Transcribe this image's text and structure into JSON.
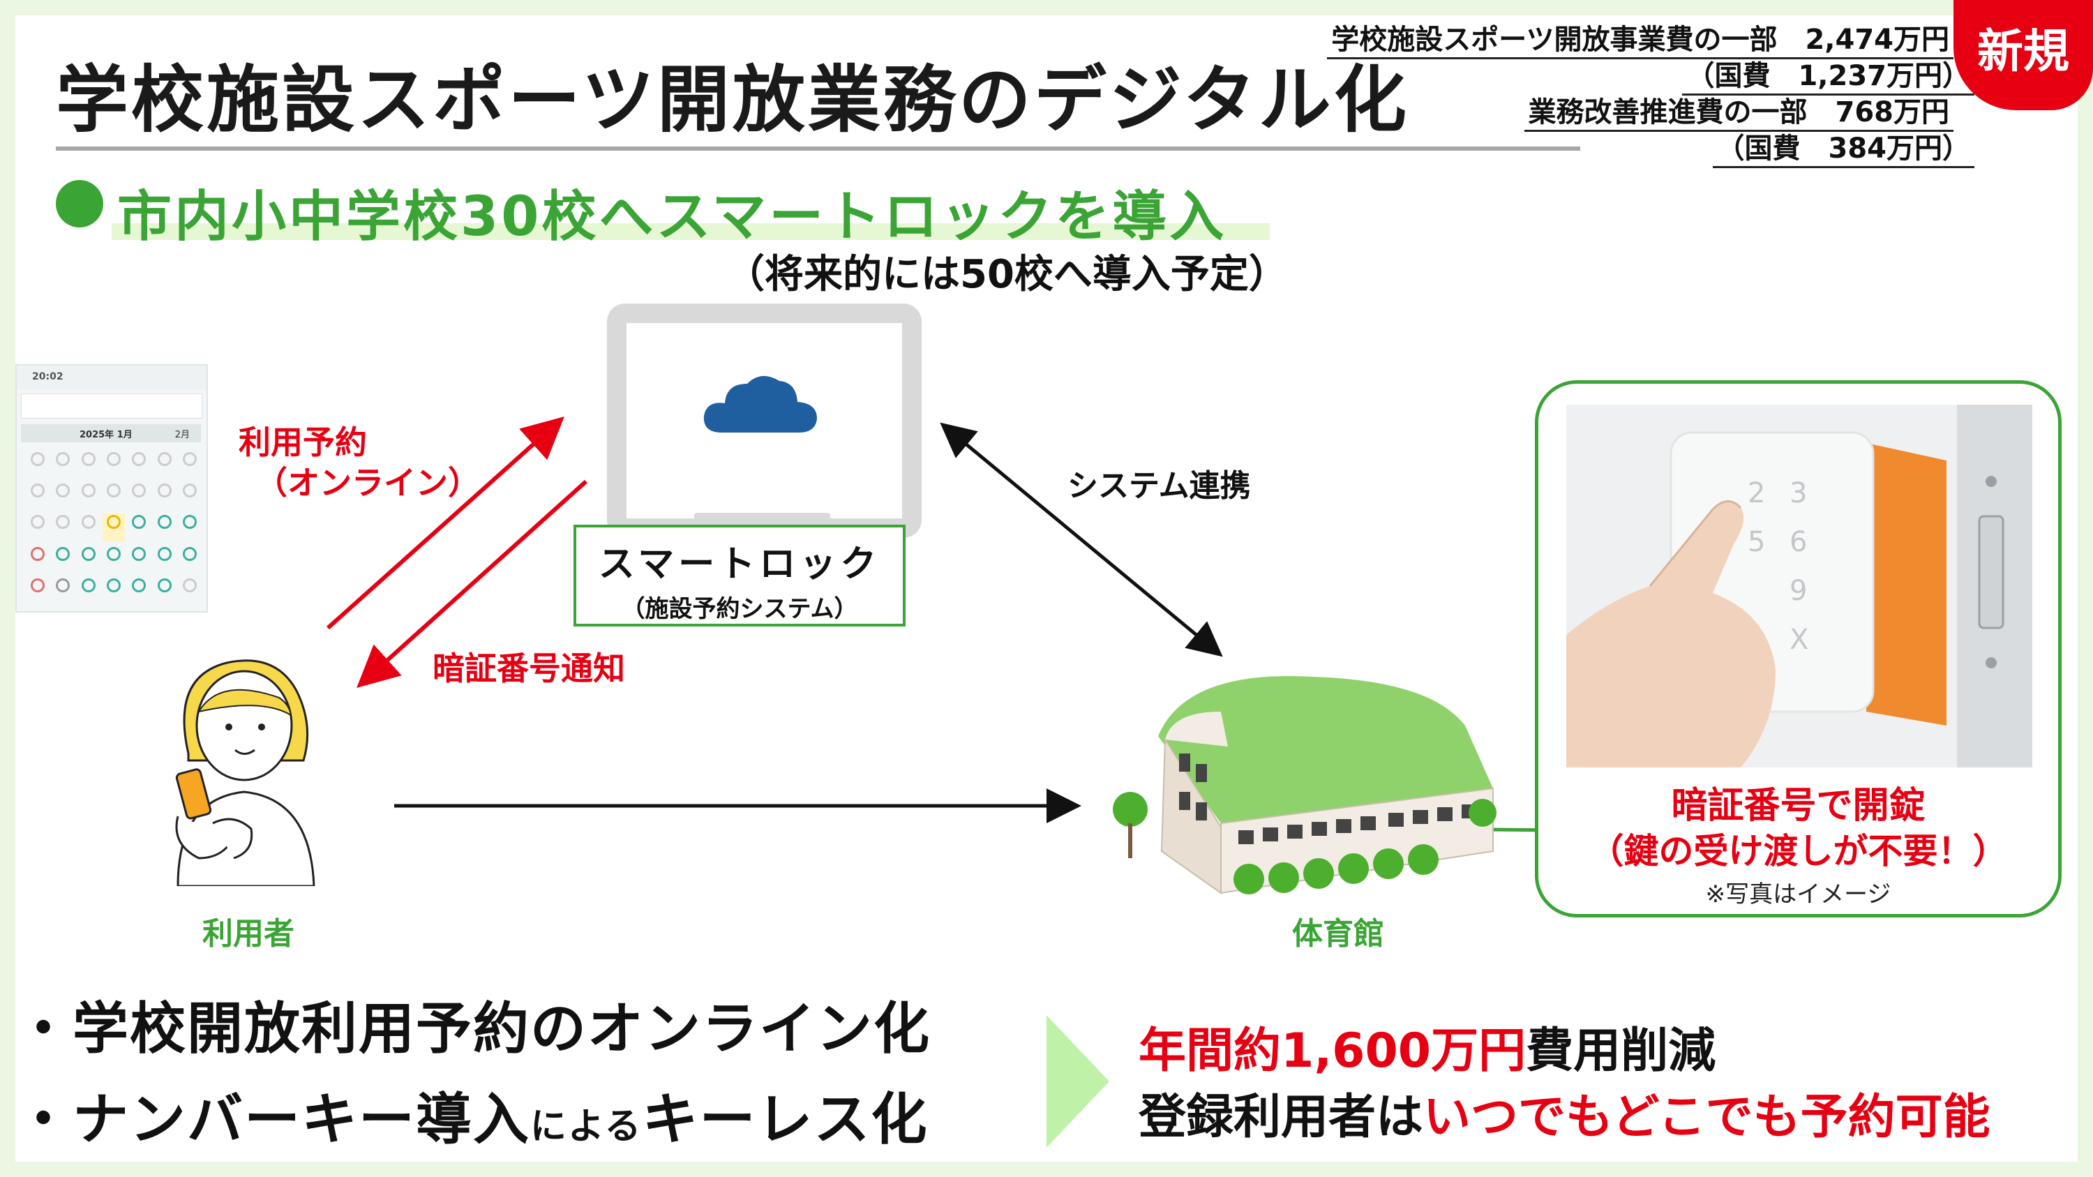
{
  "title": "学校施設スポーツ開放業務のデジタル化",
  "budget": {
    "line1": "学校施設スポーツ開放事業費の一部　2,474万円",
    "line2": "（国費　1,237万円）",
    "line3": "業務改善推進費の一部　768万円",
    "line4": "（国費　384万円）"
  },
  "badge": "新規",
  "subtitle": "市内小中学校30校へスマートロックを導入",
  "subnote": "（将来的には50校へ導入予定）",
  "diagram": {
    "reserve_label_1": "利用予約",
    "reserve_label_2": "（オンライン）",
    "pin_notice": "暗証番号通知",
    "system_link": "システム連携",
    "smartlock_title": "スマートロック",
    "smartlock_sub": "（施設予約システム）",
    "user_label": "利用者",
    "gym_label": "体育館"
  },
  "phone": {
    "time": "20:02",
    "month": "2025年 1月",
    "next": "2月"
  },
  "photo": {
    "caption1": "暗証番号で開錠",
    "caption2": "（鍵の受け渡しが不要！）",
    "note": "※写真はイメージ"
  },
  "bottom": {
    "item1": "・学校開放利用予約のオンライン化",
    "item2_a": "・ナンバーキー導入",
    "item2_b": "による",
    "item2_c": "キーレス化",
    "result1_red": "年間約1,600万円",
    "result1_black": "費用削減",
    "result2_black": "登録利用者は",
    "result2_red": "いつでもどこでも予約可能"
  },
  "colors": {
    "accent_green": "#3aa435",
    "red": "#e60012",
    "gym_roof": "#8fd26b",
    "lock_orange": "#ef8a2e"
  }
}
